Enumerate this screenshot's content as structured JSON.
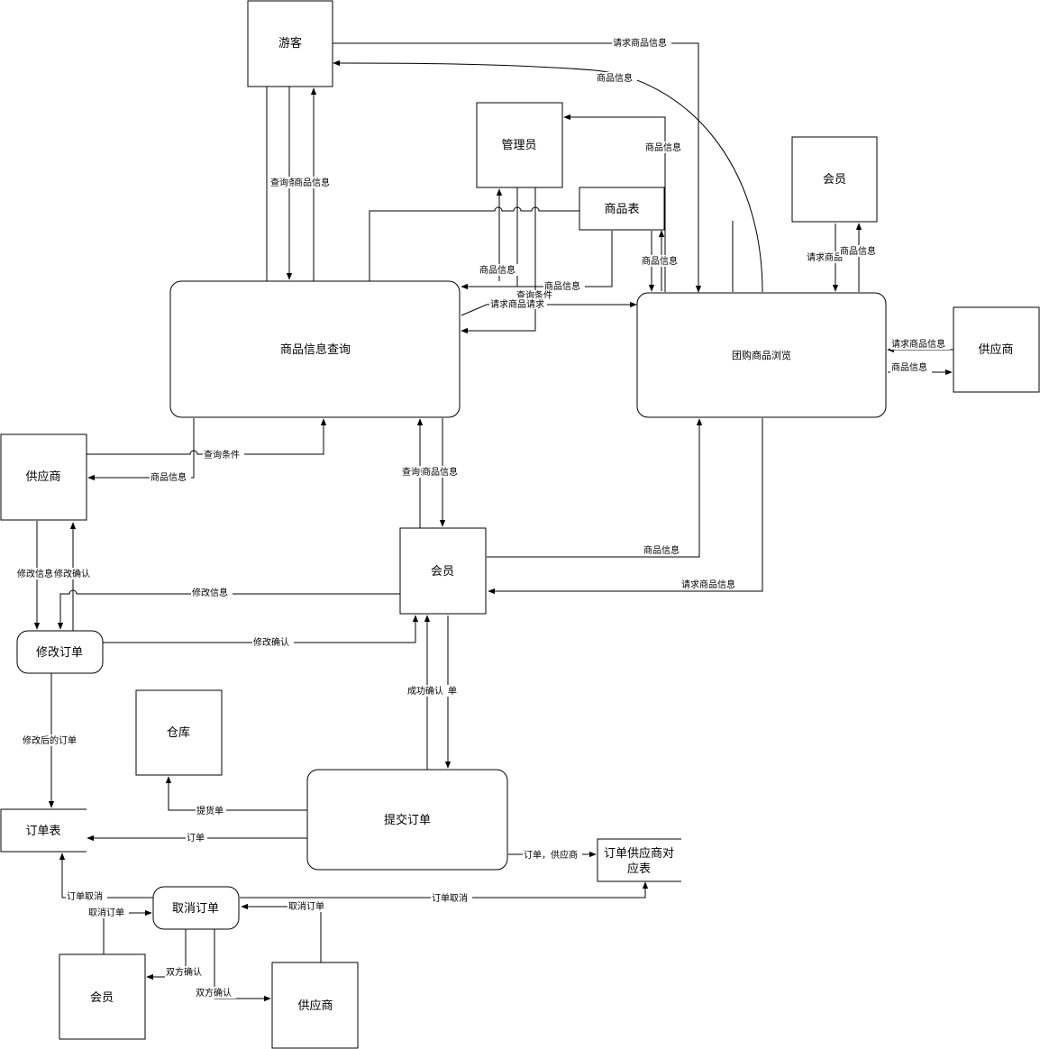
{
  "nodes": {
    "visitor": "游客",
    "admin": "管理员",
    "member_top": "会员",
    "product_table": "商品表",
    "product_query": "商品信息查询",
    "group_browse": "团购商品浏览",
    "supplier_right": "供应商",
    "supplier_left": "供应商",
    "member_mid": "会员",
    "modify_order": "修改订单",
    "warehouse": "仓库",
    "submit_order": "提交订单",
    "order_table": "订单表",
    "order_supplier_table": [
      "订单供应商对",
      "应表"
    ],
    "cancel_order": "取消订单",
    "member_bottom": "会员",
    "supplier_bottom": "供应商"
  },
  "edge_labels": {
    "visitor_request": "请求商品信息",
    "visitor_product_info": "商品信息",
    "visitor_query": "查询条件",
    "visitor_info": "商品信息",
    "admin_info": "商品信息",
    "browse_info": "商品信息",
    "member_request": "请求商品",
    "member_info": "商品信息",
    "query_admin_info": "商品信息",
    "table_query_info": "商品信息",
    "query_cond": "查询条件",
    "request_goods": "请求商品请求",
    "supplier_request": "请求商品信息",
    "supplier_info": "商品信息",
    "left_query": "查询条件",
    "left_info": "商品信息",
    "mid_query": "查询条件",
    "mid_info": "商品信息",
    "mid_browse_info": "商品信息",
    "mid_browse_request": "请求商品信息",
    "modify_info": "修改信息",
    "modify_confirm": "修改确认",
    "modify_info2": "修改信息",
    "modify_confirm2": "修改确认",
    "modified_order": "修改后的订单",
    "success_confirm": "成功确认",
    "order": "单",
    "pickup": "提货单",
    "order_to_table": "订单",
    "order_supplier": "订单，供应商",
    "cancel_to_table": "订单取消",
    "cancel_to_map": "订单取消",
    "member_cancel": "取消订单",
    "supplier_cancel": "取消订单",
    "both_confirm_1": "双方确认",
    "both_confirm_2": "双方确认"
  }
}
